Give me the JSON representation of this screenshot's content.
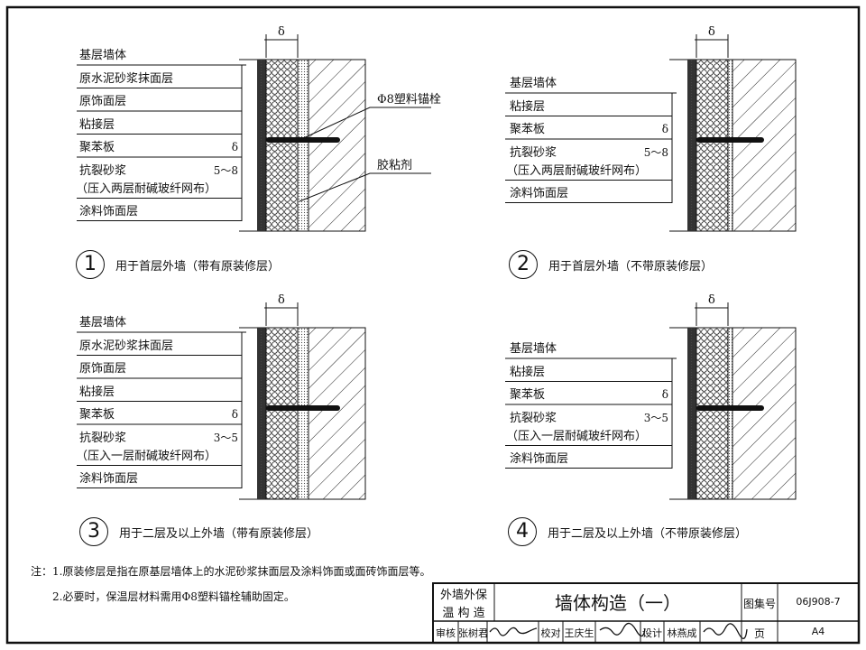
{
  "details": [
    {
      "number": "1",
      "caption": "用于首层外墙（带有原装修层）",
      "layers": [
        {
          "label": "基层墙体",
          "value": ""
        },
        {
          "label": "原水泥砂浆抹面层",
          "value": ""
        },
        {
          "label": "原饰面层",
          "value": ""
        },
        {
          "label": "粘接层",
          "value": ""
        },
        {
          "label": "聚苯板",
          "value": "δ"
        },
        {
          "label": "抗裂砂浆",
          "value": "5～8"
        },
        {
          "label": "（压入两层耐碱玻纤网布）",
          "value": ""
        },
        {
          "label": "涂料饰面层",
          "value": ""
        }
      ],
      "dimension": "δ",
      "callouts": [
        "Φ8塑料锚栓",
        "胶粘剂"
      ]
    },
    {
      "number": "2",
      "caption": "用于首层外墙（不带原装修层）",
      "layers": [
        {
          "label": "基层墙体",
          "value": ""
        },
        {
          "label": "粘接层",
          "value": ""
        },
        {
          "label": "聚苯板",
          "value": "δ"
        },
        {
          "label": "抗裂砂浆",
          "value": "5～8"
        },
        {
          "label": "（压入两层耐碱玻纤网布）",
          "value": ""
        },
        {
          "label": "涂料饰面层",
          "value": ""
        }
      ],
      "dimension": "δ",
      "callouts": []
    },
    {
      "number": "3",
      "caption": "用于二层及以上外墙（带有原装修层）",
      "layers": [
        {
          "label": "基层墙体",
          "value": ""
        },
        {
          "label": "原水泥砂浆抹面层",
          "value": ""
        },
        {
          "label": "原饰面层",
          "value": ""
        },
        {
          "label": "粘接层",
          "value": ""
        },
        {
          "label": "聚苯板",
          "value": "δ"
        },
        {
          "label": "抗裂砂浆",
          "value": "3～5"
        },
        {
          "label": "（压入一层耐碱玻纤网布）",
          "value": ""
        },
        {
          "label": "涂料饰面层",
          "value": ""
        }
      ],
      "dimension": "δ",
      "callouts": []
    },
    {
      "number": "4",
      "caption": "用于二层及以上外墙（不带原装修层）",
      "layers": [
        {
          "label": "基层墙体",
          "value": ""
        },
        {
          "label": "粘接层",
          "value": ""
        },
        {
          "label": "聚苯板",
          "value": "δ"
        },
        {
          "label": "抗裂砂浆",
          "value": "3～5"
        },
        {
          "label": "（压入一层耐碱玻纤网布）",
          "value": ""
        },
        {
          "label": "涂料饰面层",
          "value": ""
        }
      ],
      "dimension": "δ",
      "callouts": []
    }
  ],
  "notes": {
    "prefix": "注：",
    "items": [
      "1.原装修层是指在原基层墙体上的水泥砂浆抹面层及涂料饰面或面砖饰面层等。",
      "2.必要时，保温层材料需用Φ8塑料锚栓辅助固定。"
    ]
  },
  "title_block": {
    "category_line1": "外墙外保",
    "category_line2": "温 构 造",
    "title": "墙体构造（一）",
    "atlas_label": "图集号",
    "atlas_no": "06J908-7",
    "page_label": "页",
    "page_no": "A4",
    "review_label": "审核",
    "reviewer": "张树君",
    "check_label": "校对",
    "checker": "王庆生",
    "design_label": "设计",
    "designer": "林燕成"
  }
}
